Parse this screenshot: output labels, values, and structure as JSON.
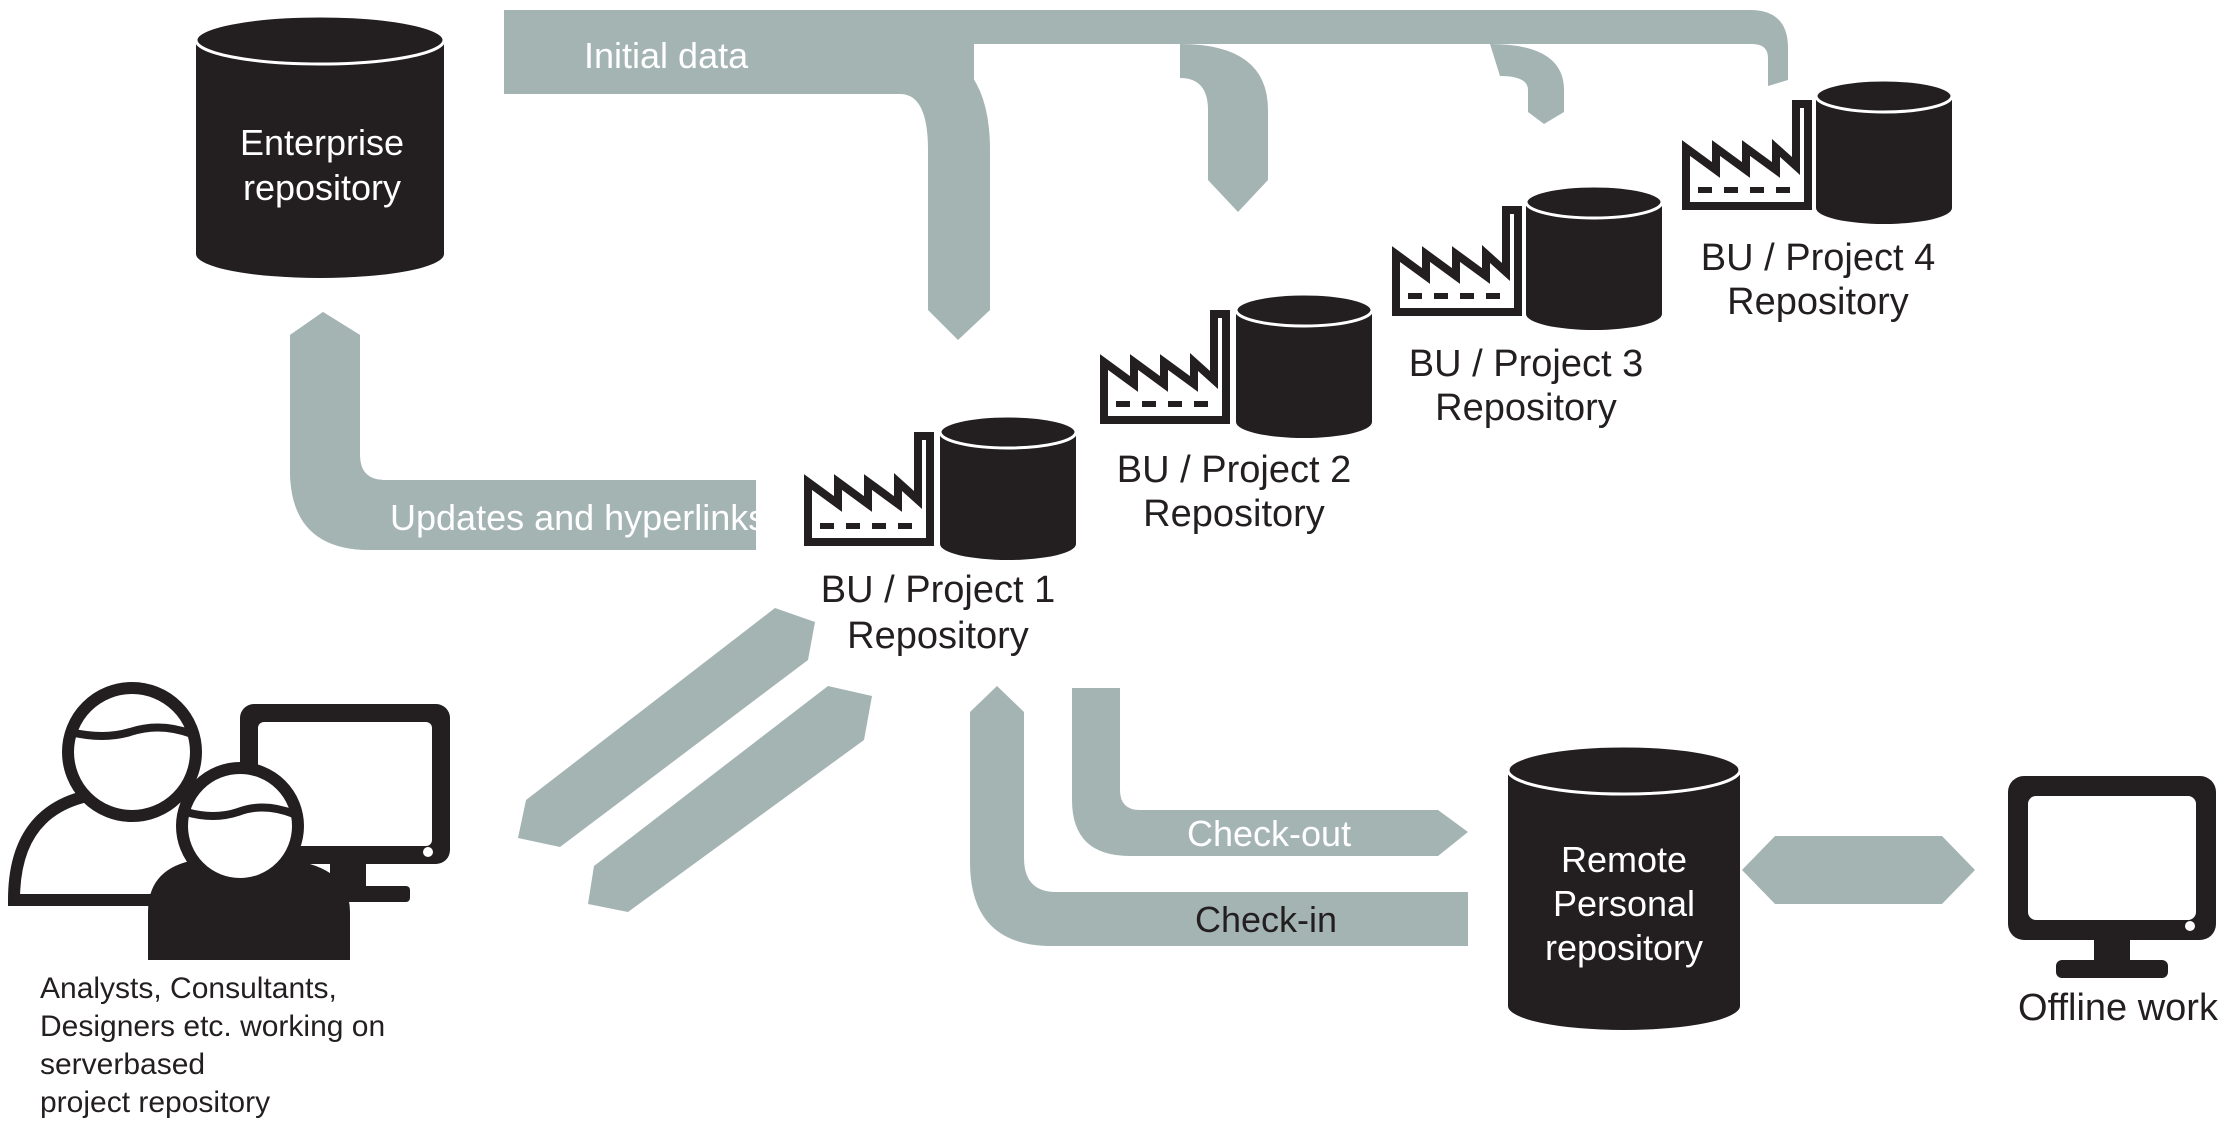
{
  "flows": {
    "initial_data": "Initial data",
    "updates": "Updates and hyperlinks",
    "check_out": "Check-out",
    "check_in": "Check-in"
  },
  "repositories": {
    "enterprise": [
      "Enterprise",
      "repository"
    ],
    "bu1": [
      "BU / Project 1",
      "Repository"
    ],
    "bu2": [
      "BU / Project 2",
      "Repository"
    ],
    "bu3": [
      "BU / Project 3",
      "Repository"
    ],
    "bu4": [
      "BU / Project 4",
      "Repository"
    ],
    "remote": [
      "Remote",
      "Personal",
      "repository"
    ]
  },
  "users": {
    "caption": [
      "Analysts, Consultants,",
      "Designers etc. working on",
      "serverbased",
      "project repository"
    ]
  },
  "offline": {
    "caption": "Offline work"
  },
  "colors": {
    "flow": "#a4b4b3",
    "dark": "#231f20",
    "background": "#ffffff"
  },
  "icons": [
    "database-icon",
    "factory-icon",
    "users-icon",
    "monitor-icon"
  ]
}
